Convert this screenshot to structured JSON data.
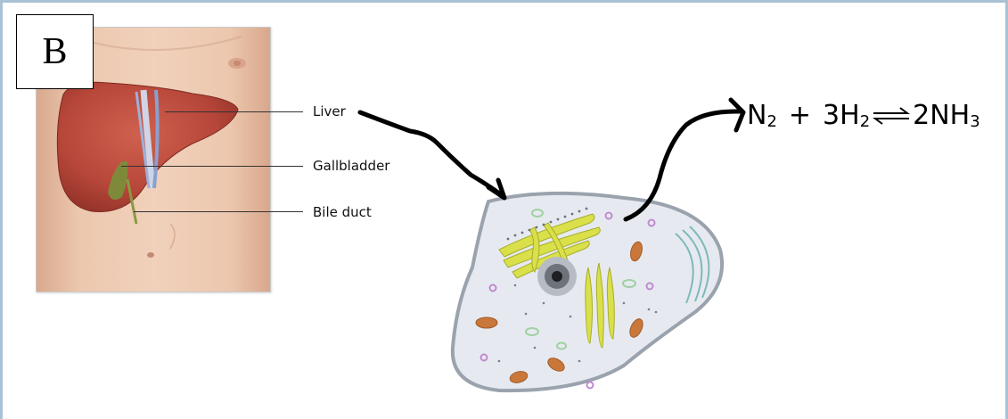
{
  "panel": {
    "label": "B"
  },
  "anatomy": {
    "labels": {
      "liver": "Liver",
      "gallbladder": "Gallbladder",
      "bile_duct": "Bile duct"
    }
  },
  "equation": {
    "reactant1": "N",
    "reactant1_sub": "2",
    "plus": "+",
    "reactant2": "3H",
    "reactant2_sub": "2",
    "product": "2NH",
    "product_sub": "3",
    "arrow_icon": "equilibrium-arrow-icon"
  },
  "cell": {
    "icon": "animal-cell-icon"
  },
  "colors": {
    "liver": "#b9483a",
    "skin": "#e7c0a6",
    "cell_fill": "#e6eaf0",
    "cell_stroke": "#9aa3ad",
    "golgi": "#d9e04a",
    "mito": "#c9773b",
    "frame": "#a9c2d6"
  }
}
